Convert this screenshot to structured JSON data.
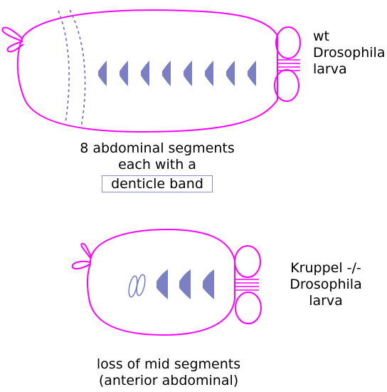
{
  "wt": {
    "label_lines": [
      "wt",
      "Drosophila",
      "larva"
    ],
    "caption_lines": [
      "8 abdominal segments",
      "each with a"
    ],
    "caption_boxed": "denticle band"
  },
  "kruppel": {
    "label_lines": [
      "Kruppel -/-",
      "Drosophila",
      "larva"
    ],
    "caption_lines": [
      "loss of mid segments",
      "(anterior abdominal)"
    ]
  },
  "colors": {
    "outline": "#ff00ff",
    "denticle": "#7b7fc4",
    "box": "#8a8acc"
  }
}
